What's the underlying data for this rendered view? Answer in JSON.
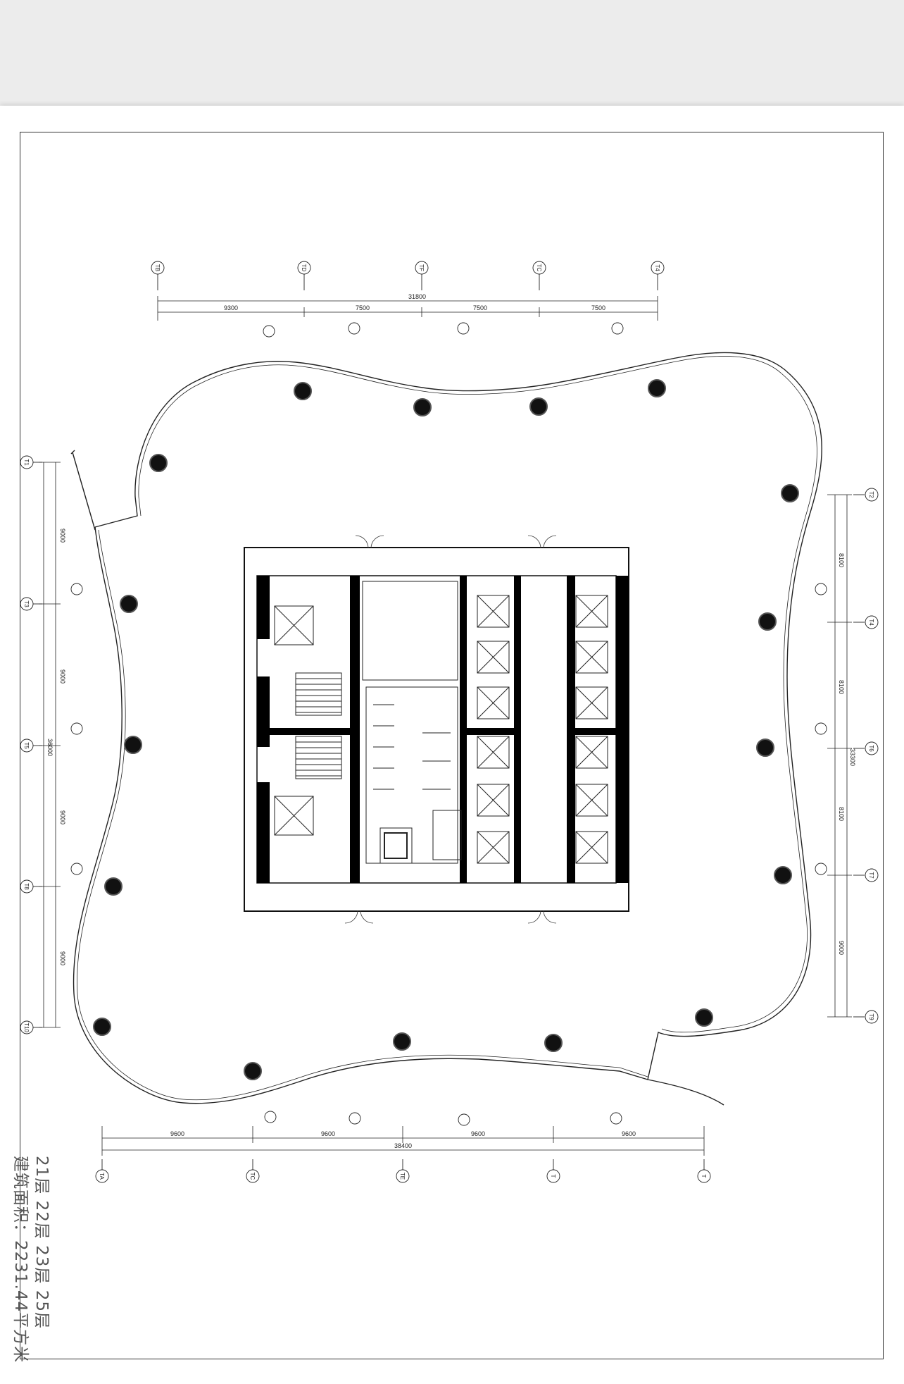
{
  "drawing": {
    "dim_top": {
      "total": "31800",
      "segments": [
        "9300",
        "7500",
        "7500",
        "7500"
      ]
    },
    "dim_bottom": {
      "total": "38400",
      "segments": [
        "9600",
        "9600",
        "9600",
        "9600"
      ]
    },
    "dim_left": {
      "total": "36000",
      "segments": [
        "9000",
        "9000",
        "9000",
        "9000"
      ]
    },
    "dim_right": {
      "total": "33300",
      "segments": [
        "8100",
        "8100",
        "8100",
        "9000"
      ]
    },
    "axes_top": [
      "TB",
      "TD",
      "TF",
      "TC",
      "T4"
    ],
    "axes_bottom": [
      "TA",
      "TC",
      "TE",
      "T",
      "T"
    ],
    "axes_left": [
      "T1",
      "T3",
      "T5",
      "T8",
      "T10"
    ],
    "axes_right": [
      "T2",
      "T4",
      "T6",
      "T7",
      "T9"
    ]
  },
  "caption": {
    "floors": "21层 22层 23层 25层",
    "area": "建筑面积：2231.44平方米"
  },
  "colors": {
    "line": "#222222",
    "wall": "#000000",
    "paper": "#ffffff",
    "background": "#ececec"
  }
}
